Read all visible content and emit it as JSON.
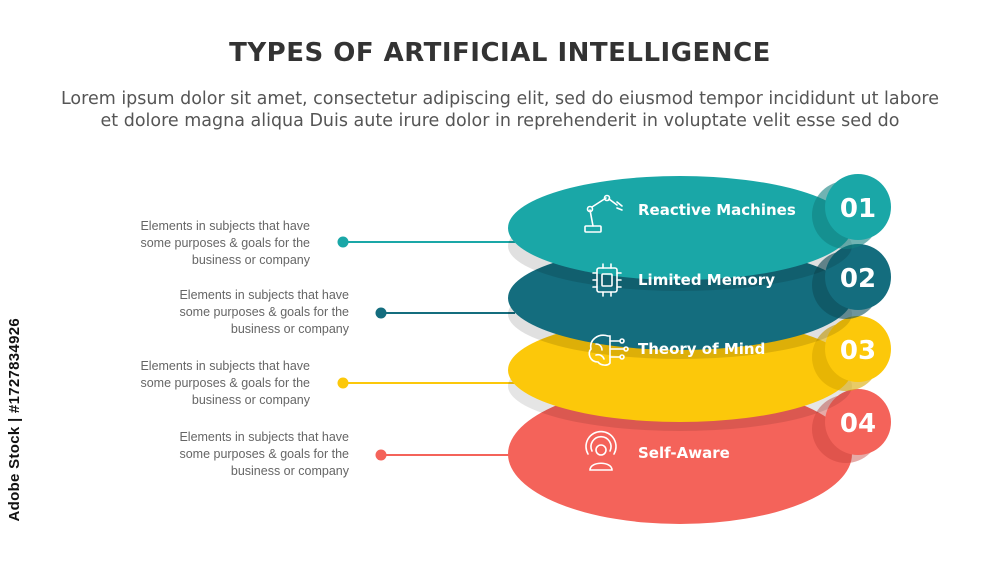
{
  "title": "TYPES OF ARTIFICIAL INTELLIGENCE",
  "subtitle_line1": "Lorem ipsum dolor sit amet, consectetur adipiscing elit, sed do eiusmod tempor incididunt ut labore",
  "subtitle_line2": "et dolore magna aliqua Duis aute irure dolor in reprehenderit in voluptate velit esse sed do",
  "watermark": "Adobe Stock | #1727834926",
  "colors": {
    "teal": "#1aa7a7",
    "dark_teal": "#146d7e",
    "yellow": "#fcc80a",
    "coral": "#f4635a"
  },
  "stages": [
    {
      "number": "01",
      "label": "Reactive Machines",
      "icon": "robot-arm-icon",
      "color": "#1aa7a7",
      "description": [
        "Elements in subjects that have",
        "some purposes & goals for the",
        "business or company"
      ]
    },
    {
      "number": "02",
      "label": "Limited Memory",
      "icon": "chip-icon",
      "color": "#146d7e",
      "description": [
        "Elements in subjects that have",
        "some purposes & goals for the",
        "business or company"
      ]
    },
    {
      "number": "03",
      "label": "Theory of Mind",
      "icon": "brain-circuit-icon",
      "color": "#fcc80a",
      "description": [
        "Elements in subjects that have",
        "some purposes & goals for the",
        "business or company"
      ]
    },
    {
      "number": "04",
      "label": "Self-Aware",
      "icon": "self-aware-person-icon",
      "color": "#f4635a",
      "description": [
        "Elements in subjects that have",
        "some purposes & goals for the",
        "business or company"
      ]
    }
  ]
}
